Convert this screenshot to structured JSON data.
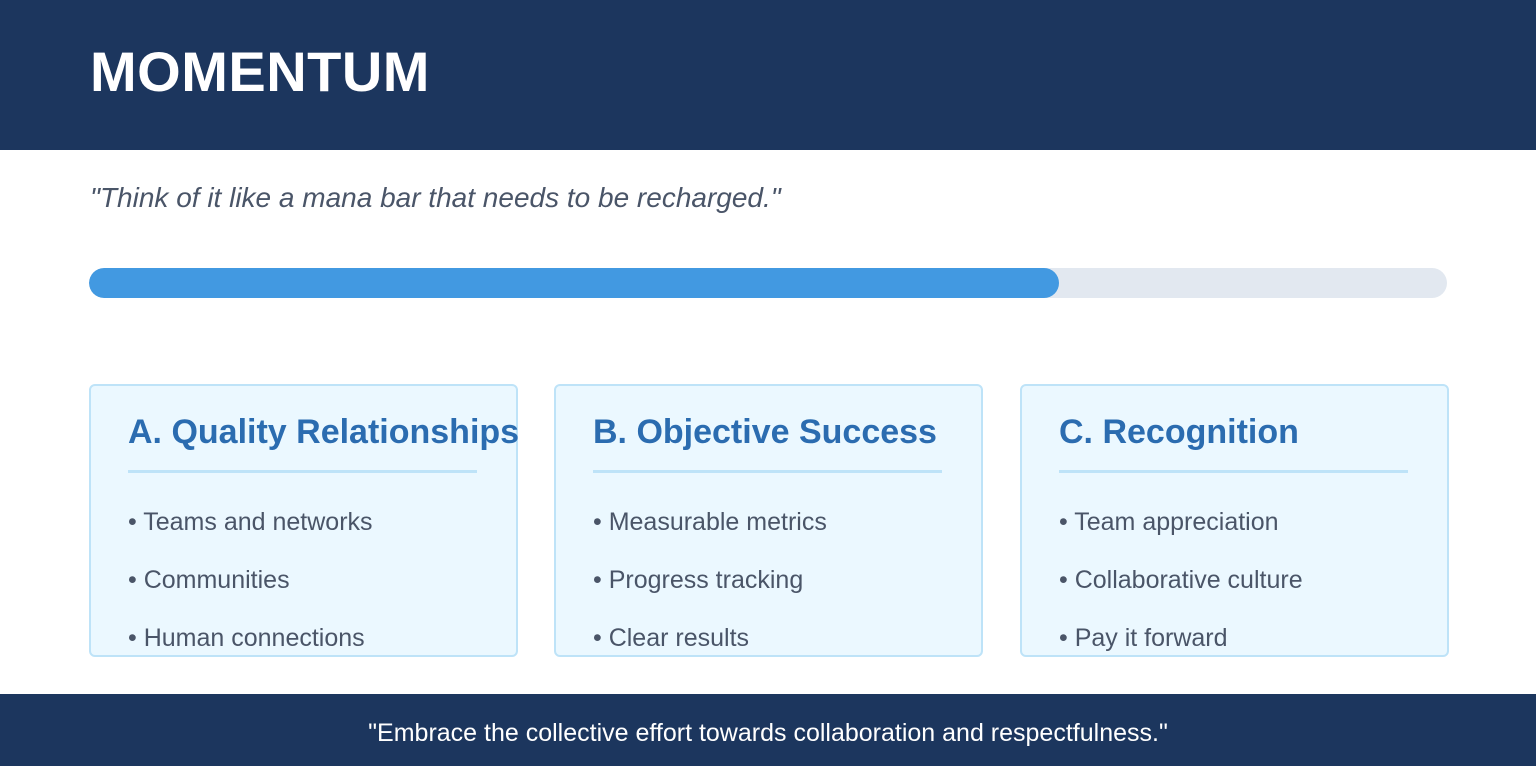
{
  "header": {
    "title": "MOMENTUM"
  },
  "quote": "\"Think of it like a mana bar that needs to be recharged.\"",
  "progress": {
    "percent": 71.4,
    "fill_color": "#4299e1",
    "track_color": "#e2e8f0"
  },
  "cards": [
    {
      "title": "A. Quality Relationships",
      "items": [
        "• Teams and networks",
        "• Communities",
        "• Human connections"
      ]
    },
    {
      "title": "B. Objective Success",
      "items": [
        "• Measurable metrics",
        "• Progress tracking",
        "• Clear results"
      ]
    },
    {
      "title": "C. Recognition",
      "items": [
        "• Team appreciation",
        "• Collaborative culture",
        "• Pay it forward"
      ]
    }
  ],
  "footer": {
    "text": "\"Embrace the collective effort towards collaboration and respectfulness.\""
  }
}
